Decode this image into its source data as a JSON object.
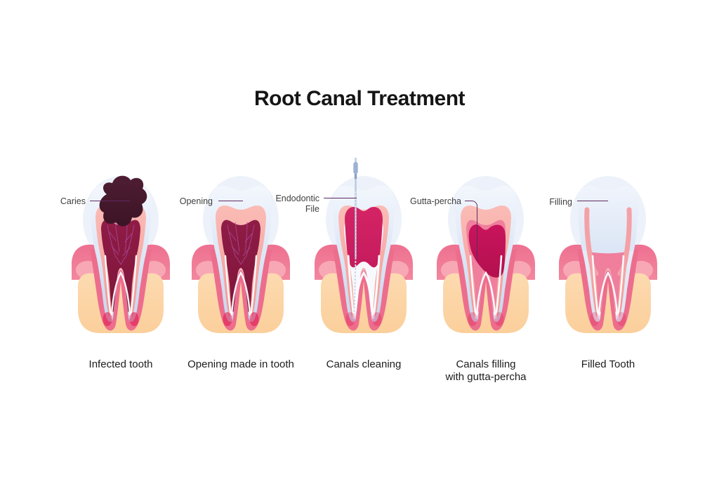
{
  "title": "Root Canal Treatment",
  "palette": {
    "enamel": "#c7d6ef",
    "enamel_light": "#f3f7fd",
    "halo": "#dce6f6",
    "dentin": "#f29795",
    "dentin_light": "#fbbcb6",
    "pulp_dark": "#7e1538",
    "pulp_top": "#8f1c46",
    "chamber_bright": "#c51b5d",
    "gutta_percha": "#b3104f",
    "canal_pink": "#ef7f9c",
    "canal_clean": "#f7f9fd",
    "gum": "#ee7090",
    "gum_light": "#f8a8b4",
    "bone": "#fbcf9b",
    "bone_light": "#fcdab0",
    "root_sheath": "#ed6d8d",
    "root_tip_glow": "#e0164a",
    "caries": "#3c1425",
    "vein": "#a84b9d",
    "file_shaft": "#b9c8e0",
    "file_handle": "#9db1d3",
    "filling_band": "#f4a1a6",
    "callout_line": "#5d2a60",
    "text": "#1d1d1d",
    "label_text": "#3f3f3f"
  },
  "stages": [
    {
      "id": "infected",
      "label_lines": [
        "Caries"
      ],
      "caption_lines": [
        "Infected tooth"
      ]
    },
    {
      "id": "opening",
      "label_lines": [
        "Opening"
      ],
      "caption_lines": [
        "Opening made in tooth"
      ]
    },
    {
      "id": "cleaning",
      "label_lines": [
        "Endodontic",
        "File"
      ],
      "caption_lines": [
        "Canals cleaning"
      ]
    },
    {
      "id": "gutta-percha",
      "label_lines": [
        "Gutta-percha"
      ],
      "caption_lines": [
        "Canals filling",
        "with gutta-percha"
      ]
    },
    {
      "id": "filled",
      "label_lines": [
        "Filling"
      ],
      "caption_lines": [
        "Filled Tooth"
      ]
    }
  ]
}
